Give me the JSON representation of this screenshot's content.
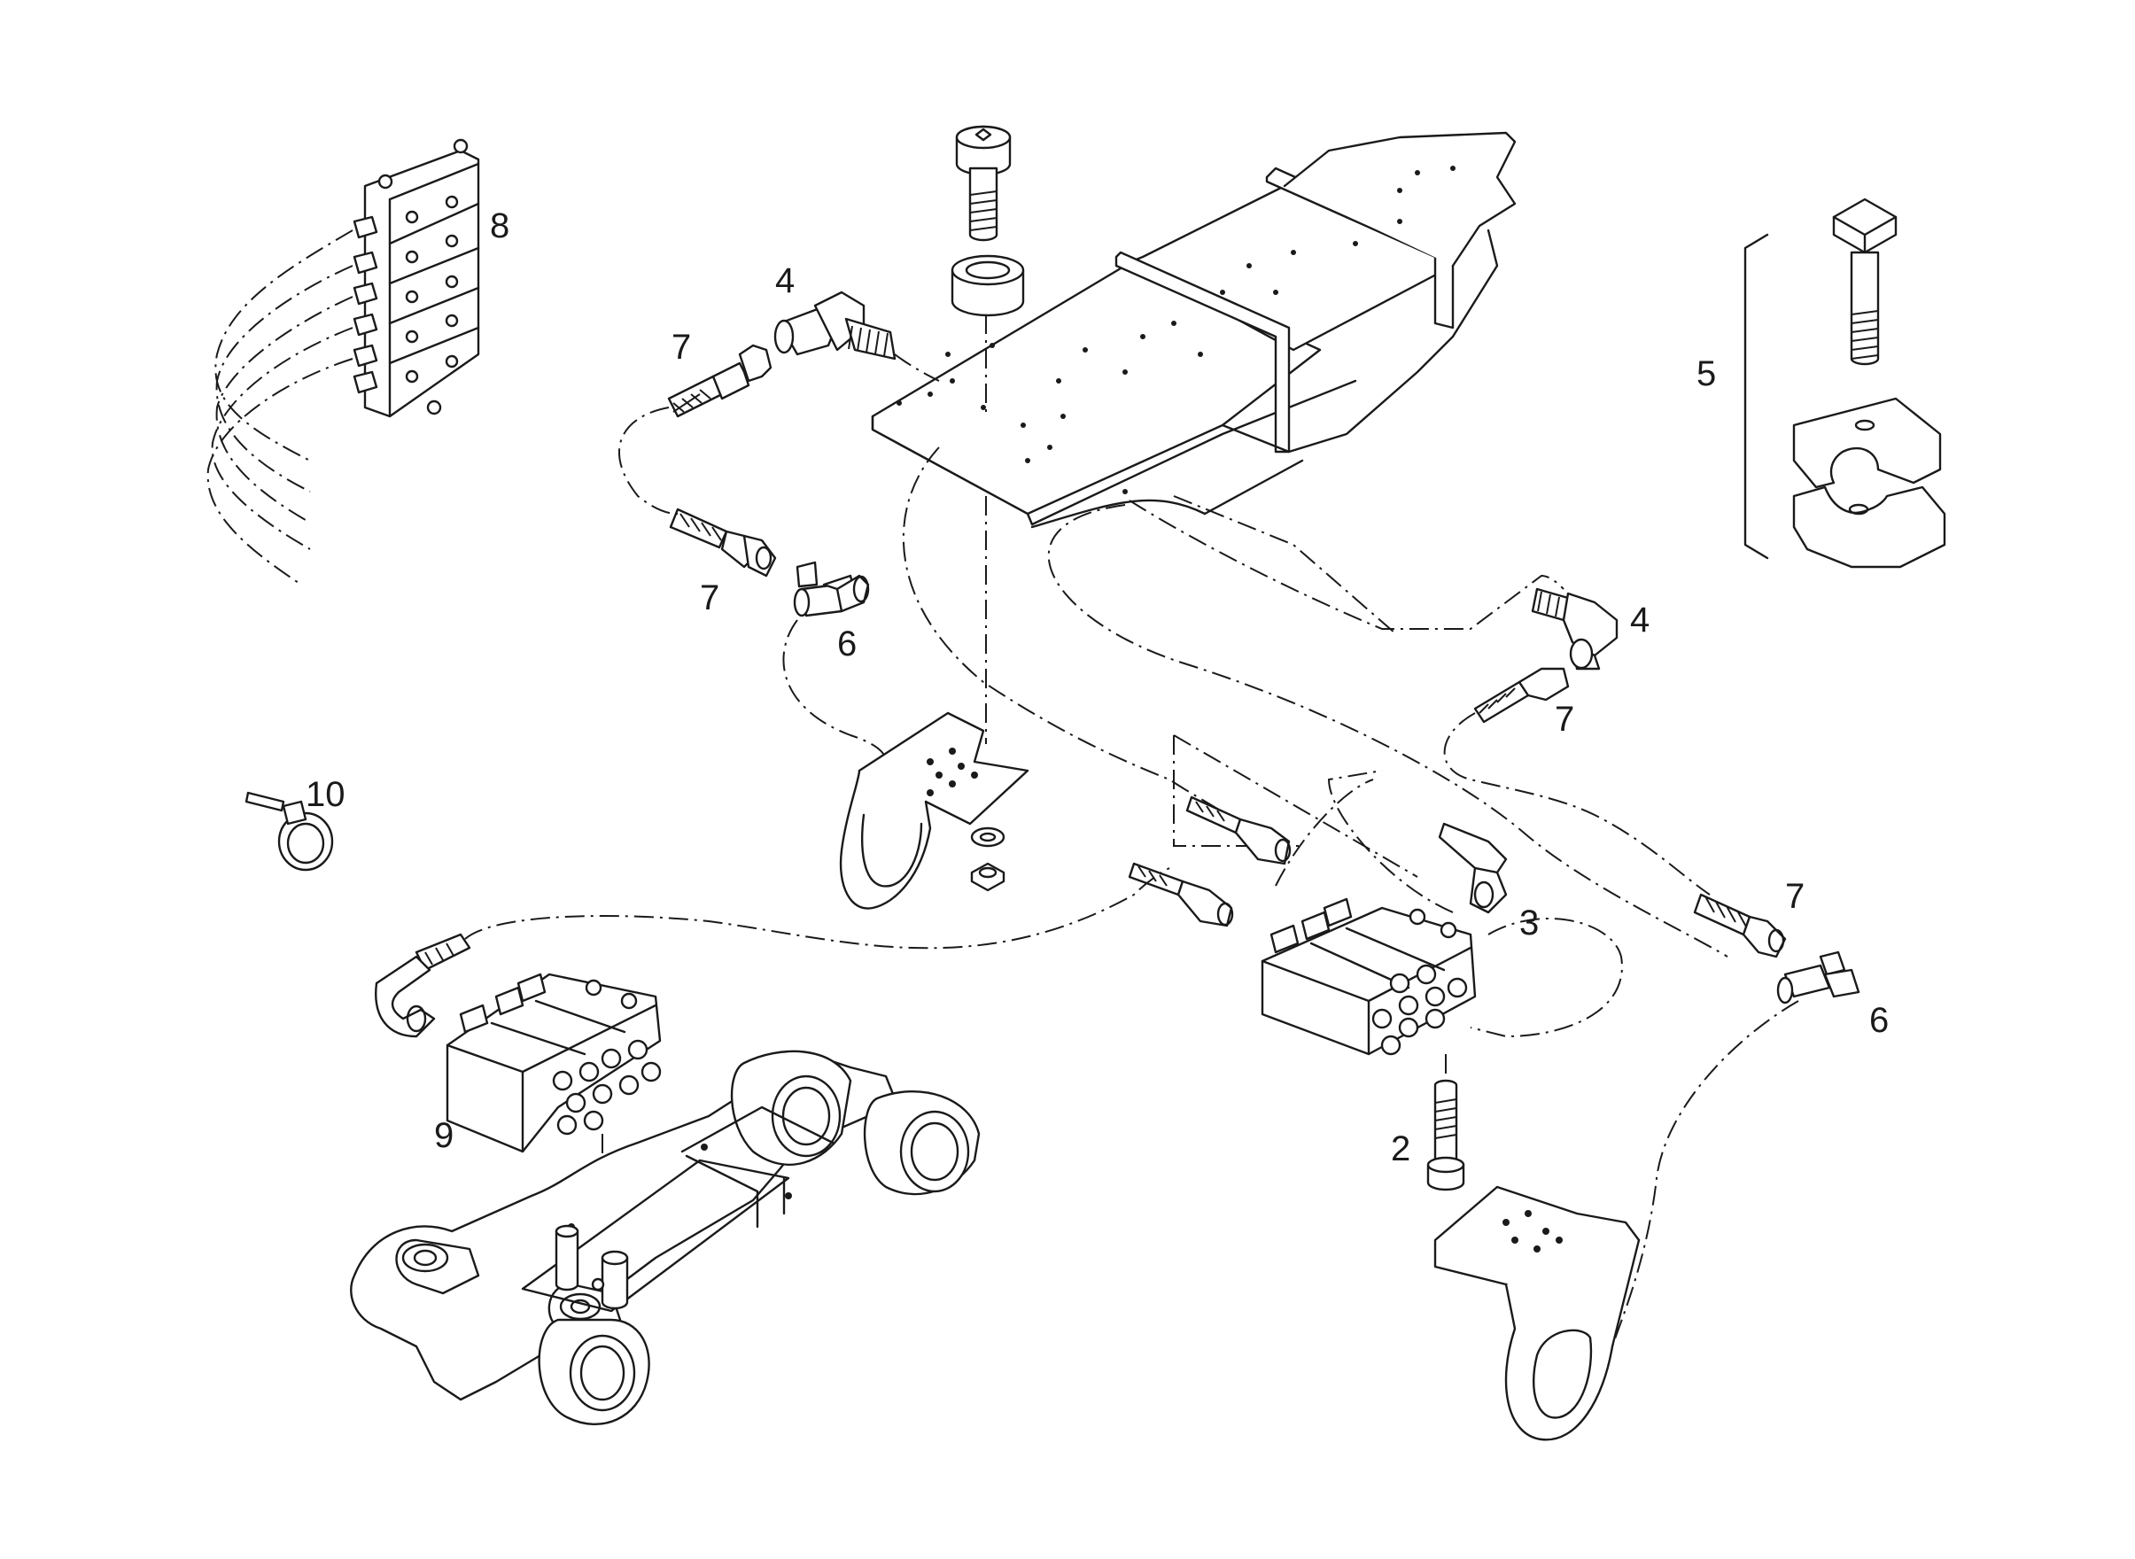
{
  "callouts": [
    "2",
    "3",
    "4",
    "4",
    "5",
    "6",
    "6",
    "7",
    "7",
    "7",
    "7",
    "8",
    "9",
    "10"
  ]
}
